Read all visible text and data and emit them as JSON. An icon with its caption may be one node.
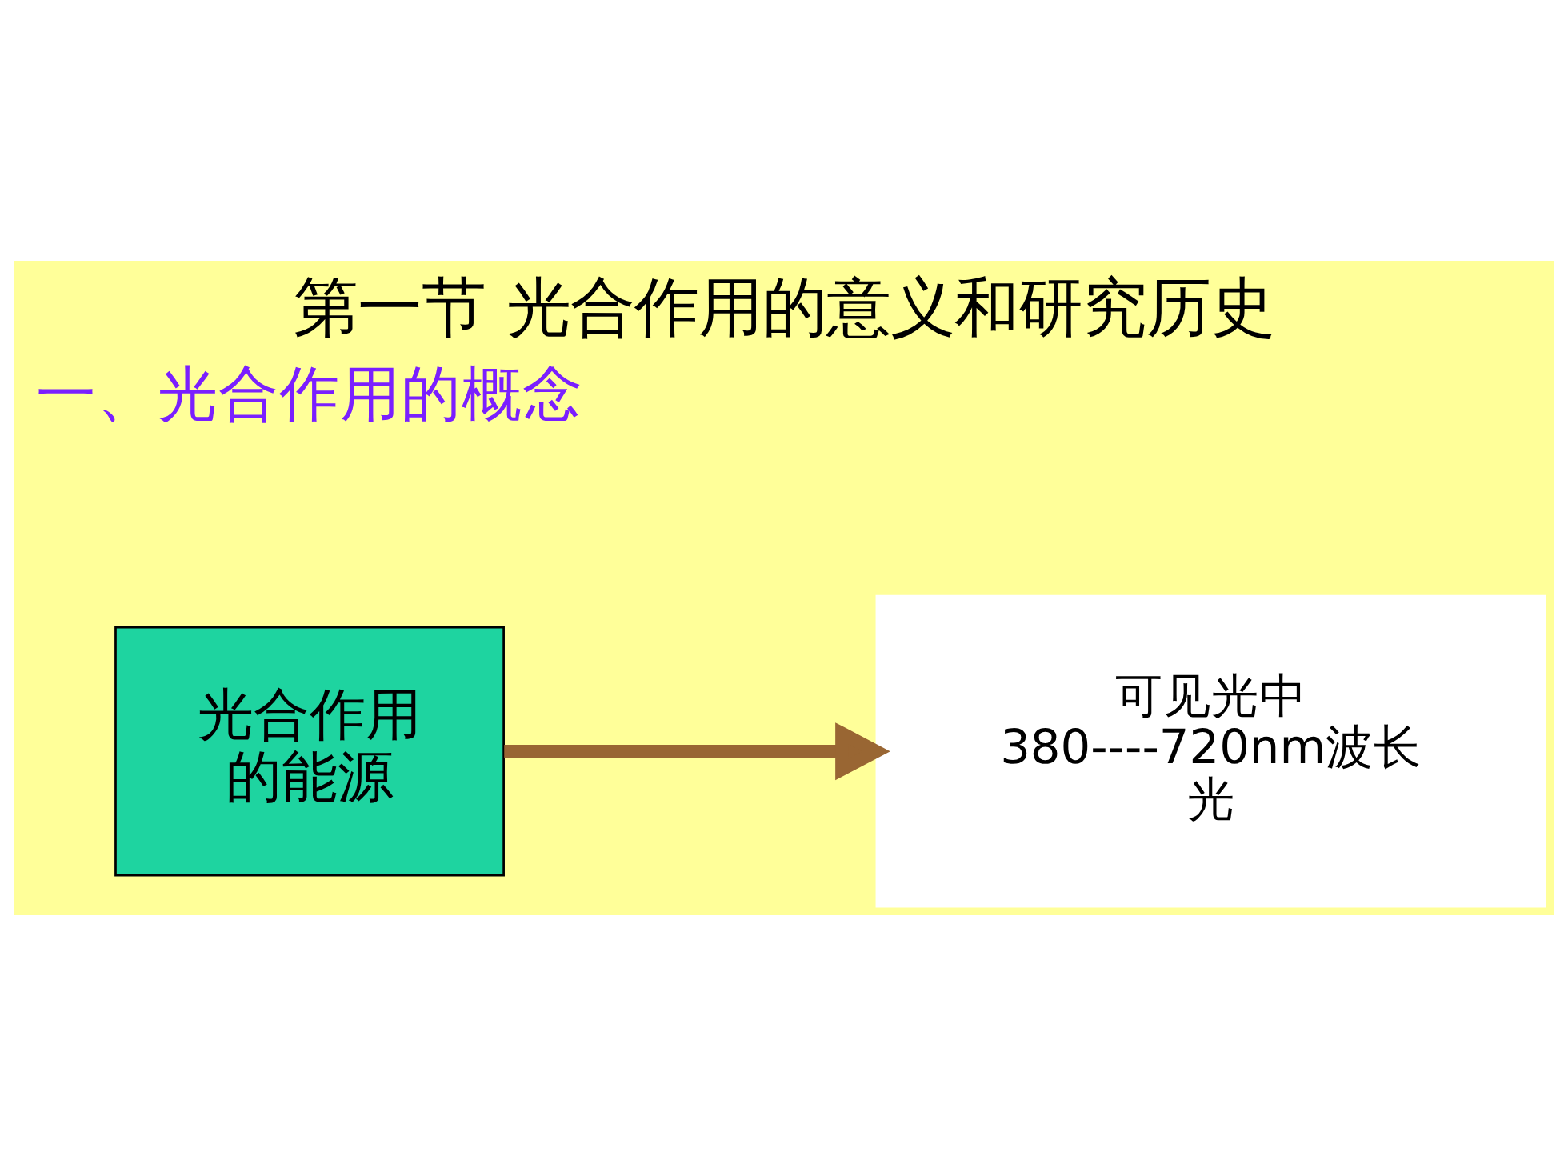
{
  "diagram": {
    "title": "第一节 光合作用的意义和研究历史",
    "nodes": [
      {
        "text": [
          "光合作用的能源"
        ]
      },
      {
        "text": [
          "可见光中",
          "380----720nm波长光"
        ]
      }
    ],
    "edges": [
      {
        "from": 0,
        "to": 1,
        "arrow": "to",
        "color": "#996633"
      }
    ],
    "labels": [
      "一、光合作用的概念"
    ]
  }
}
